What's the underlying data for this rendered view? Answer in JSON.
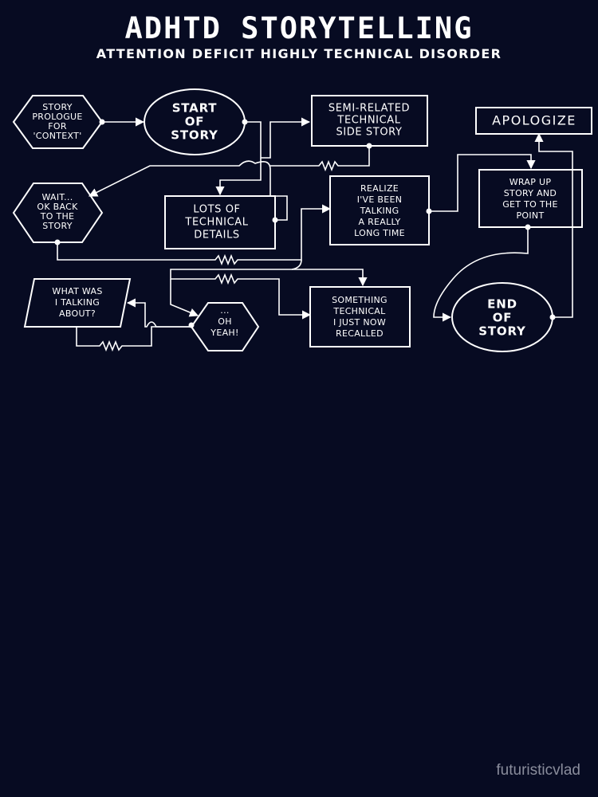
{
  "header": {
    "title": "ADHTD STORYTELLING",
    "subtitle": "ATTENTION DEFICIT HIGHLY TECHNICAL DISORDER"
  },
  "nodes": {
    "prologue": [
      "STORY",
      "PROLOGUE",
      "FOR",
      "'CONTEXT'"
    ],
    "start": [
      "START",
      "OF",
      "STORY"
    ],
    "side_story": [
      "SEMI-RELATED",
      "TECHNICAL",
      "SIDE STORY"
    ],
    "apologize": [
      "APOLOGIZE"
    ],
    "wait": [
      "WAIT...",
      "OK BACK",
      "TO THE",
      "STORY"
    ],
    "details": [
      "LOTS OF",
      "TECHNICAL",
      "DETAILS"
    ],
    "realize": [
      "REALIZE",
      "I'VE BEEN",
      "TALKING",
      "A REALLY",
      "LONG TIME"
    ],
    "wrap_up": [
      "WRAP UP",
      "STORY AND",
      "GET TO THE",
      "POINT"
    ],
    "what_was": [
      "WHAT WAS",
      "I TALKING",
      "ABOUT?"
    ],
    "oh_yeah": [
      "...",
      "OH",
      "YEAH!"
    ],
    "something": [
      "SOMETHING",
      "TECHNICAL",
      "I JUST NOW",
      "RECALLED"
    ],
    "end": [
      "END",
      "OF",
      "STORY"
    ]
  },
  "watermark": "futuristicvlad",
  "colors": {
    "background": "#070b22",
    "foreground": "#ffffff",
    "watermark": "#8a8d9c"
  }
}
